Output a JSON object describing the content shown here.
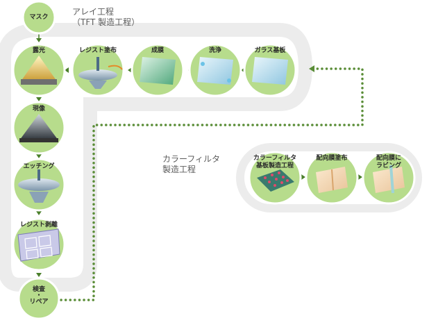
{
  "titles": {
    "array_line1": "アレイ工程",
    "array_line2": "（TFT 製造工程）",
    "cf_line1": "カラーフィルタ",
    "cf_line2": "製造工程"
  },
  "steps": {
    "mask": "マスク",
    "exposure": "露光",
    "resist_coat": "レジスト塗布",
    "film": "成膜",
    "cleaning": "洗浄",
    "glass": "ガラス基板",
    "develop": "現像",
    "etching": "エッチング",
    "resist_strip": "レジスト剥離",
    "inspect_1": "検査",
    "inspect_dot": "・",
    "inspect_2": "リペア",
    "cf_sub_1": "カラーフィルタ",
    "cf_sub_2": "基板製造工程",
    "align_coat": "配向膜塗布",
    "rubbing_1": "配向膜に",
    "rubbing_2": "ラビング"
  },
  "colors": {
    "node_green": "#b7dc8c",
    "arrow_green": "#4a7f2a",
    "track_grey": "#ececec",
    "dotted_green": "#5a8d37"
  }
}
